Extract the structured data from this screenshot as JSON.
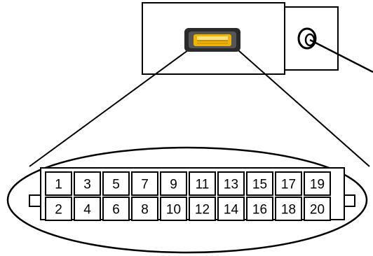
{
  "connector": {
    "top_row_pins": [
      "1",
      "3",
      "5",
      "7",
      "9",
      "11",
      "13",
      "15",
      "17",
      "19"
    ],
    "bottom_row_pins": [
      "2",
      "4",
      "6",
      "8",
      "10",
      "12",
      "14",
      "16",
      "18",
      "20"
    ]
  },
  "colors": {
    "line": "#000000",
    "background": "#ffffff",
    "port_gold": "#f0b400",
    "port_highlight": "#ffe27a",
    "port_body": "#2a2a2a"
  }
}
